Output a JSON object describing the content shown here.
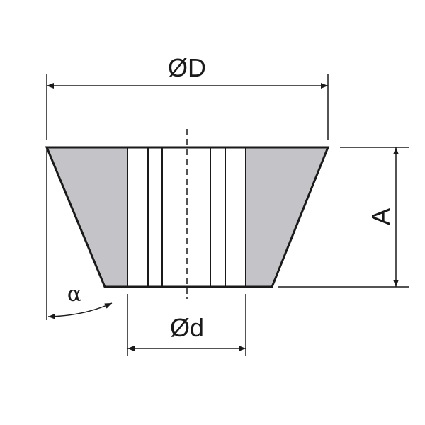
{
  "labels": {
    "outer_diameter": "ØD",
    "inner_diameter": "Ød",
    "height": "A",
    "angle": "α"
  },
  "colors": {
    "line": "#1a1a1a",
    "fill_gray": "#c4c4c8",
    "background": "#ffffff"
  }
}
